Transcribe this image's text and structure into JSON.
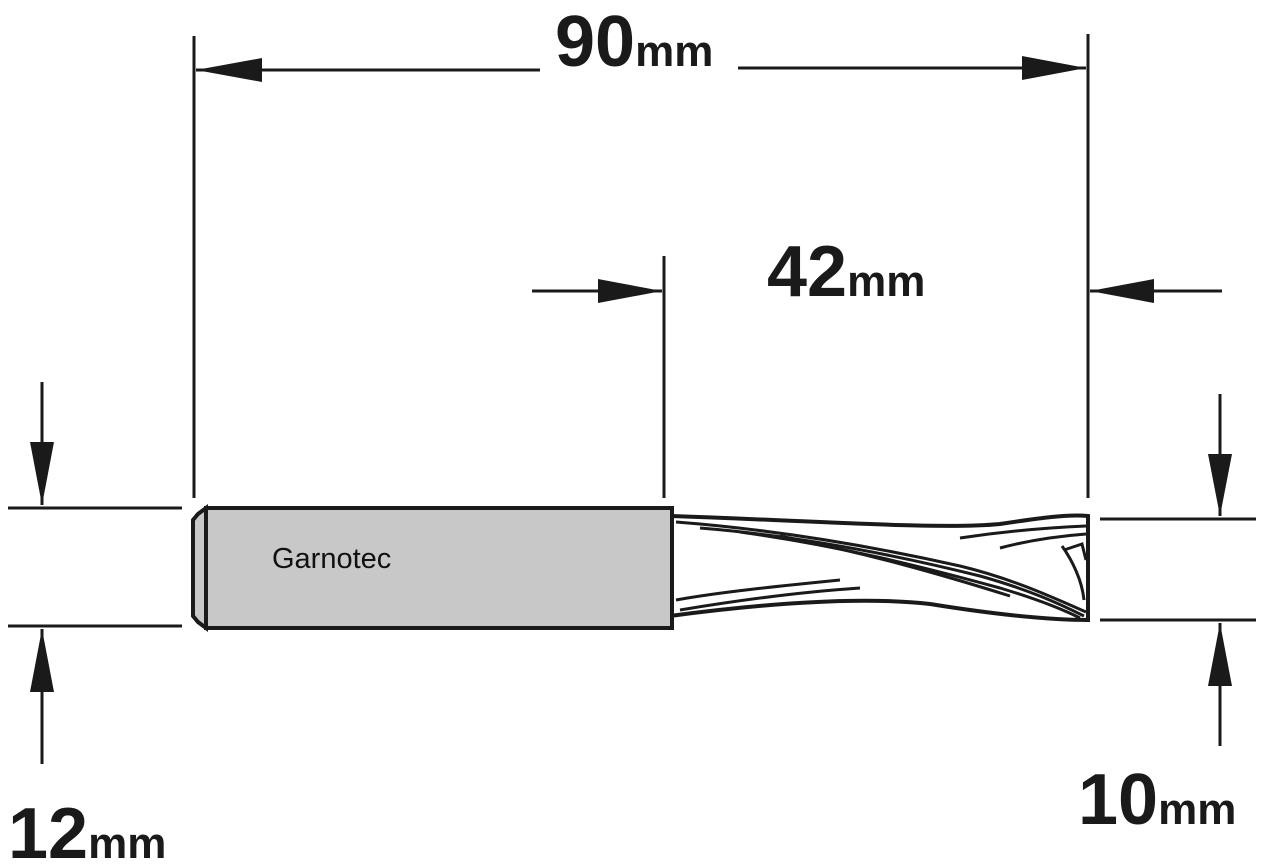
{
  "dimensions": {
    "total_length": {
      "value": "90",
      "unit": "mm"
    },
    "cutting_length": {
      "value": "42",
      "unit": "mm"
    },
    "shank_diameter": {
      "value": "12",
      "unit": "mm"
    },
    "cutting_diameter": {
      "value": "10",
      "unit": "mm"
    }
  },
  "brand_label": "Garnotec",
  "colors": {
    "shank_fill": "#c8c8c8",
    "flute_fill": "#cfcfcf",
    "line": "#1a1a1a",
    "background": "#ffffff"
  }
}
